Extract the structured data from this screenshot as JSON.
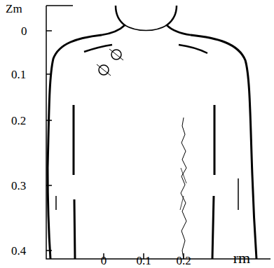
{
  "diagram": {
    "labels": [
      "Zm",
      "0",
      "0.1",
      "0.2",
      "0.3",
      "0.4",
      "0",
      "0.1",
      "0.2",
      "rm"
    ]
  }
}
